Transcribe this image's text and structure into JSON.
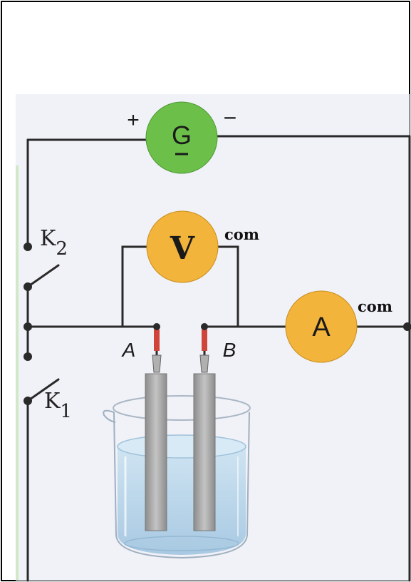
{
  "diagram": {
    "galvanometer": {
      "symbol": "G",
      "plus_sign": "+",
      "minus_sign": "−"
    },
    "voltmeter": {
      "symbol": "V",
      "com_label": "com"
    },
    "ammeter": {
      "symbol": "A",
      "com_label": "com"
    },
    "switch_k2": {
      "letter": "K",
      "subscript": "2"
    },
    "switch_k1": {
      "letter": "K",
      "subscript": "1"
    },
    "electrode_a": {
      "label": "A"
    },
    "electrode_b": {
      "label": "B"
    },
    "colors": {
      "frame": "#000000",
      "panel_background": "#f1f1f8",
      "galvanometer": "#6cc04a",
      "meter_orange": "#f2b43a",
      "electrolyte": "#b9d6ea",
      "electrode": "#a9a9a9",
      "clip_red": "#c0392b"
    }
  }
}
